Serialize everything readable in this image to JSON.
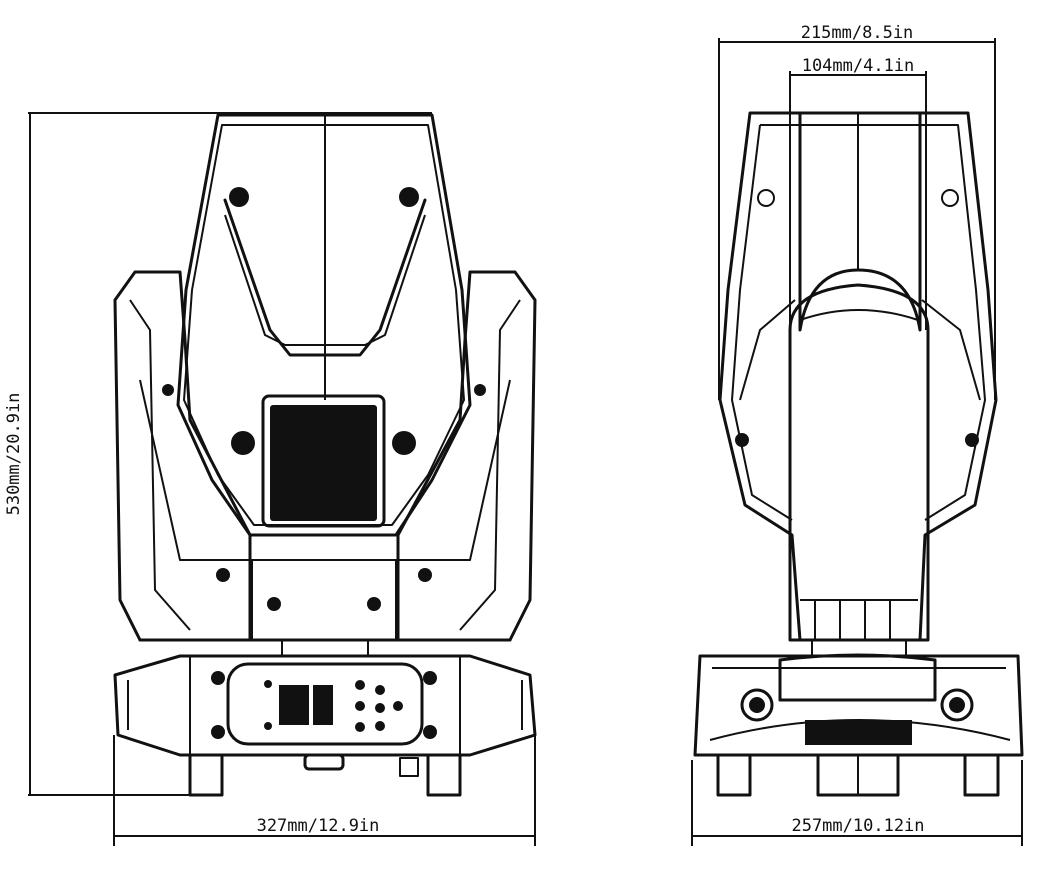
{
  "dimensions": {
    "height": "530mm/20.9in",
    "front_width": "327mm/12.9in",
    "side_top_width": "215mm/8.5in",
    "side_inner_width": "104mm/4.1in",
    "side_base_width": "257mm/10.12in"
  }
}
